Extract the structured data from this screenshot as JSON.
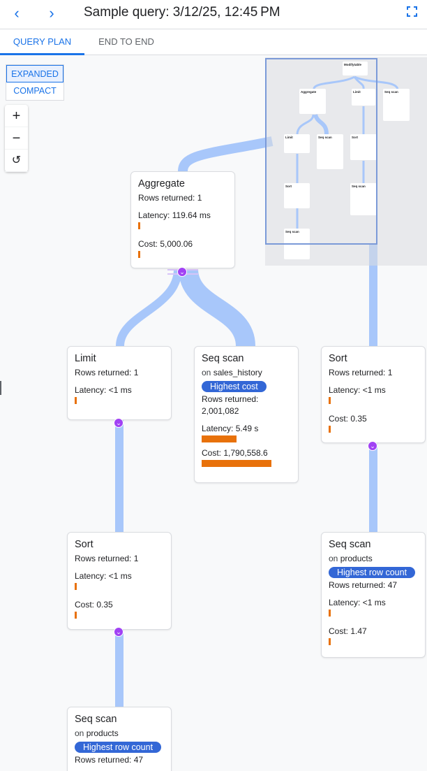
{
  "header": {
    "title": "Sample query: 3/12/25, 12:45 PM",
    "back_icon": "chevron-left",
    "forward_icon": "chevron-right",
    "fullscreen_icon": "fullscreen"
  },
  "tabs": [
    {
      "label": "QUERY PLAN",
      "active": true
    },
    {
      "label": "END TO END",
      "active": false
    }
  ],
  "view_mode": {
    "options": [
      "EXPANDED",
      "COMPACT"
    ],
    "selected": "EXPANDED"
  },
  "zoom_controls": {
    "zoom_in": "+",
    "zoom_out": "−",
    "reset": "↺"
  },
  "colors": {
    "accent": "#1a73e8",
    "badge": "#3367d6",
    "bar": "#e8710a",
    "edge": "#a8c7fa",
    "expand": "#a142f4"
  },
  "nodes": [
    {
      "title": "Aggregate",
      "rows": "Rows returned: 1",
      "latency": "Latency: 119.64 ms",
      "latency_fraction": 0.01,
      "cost": "Cost: 5,000.06",
      "cost_fraction": 0.01
    },
    {
      "title": "Limit",
      "rows": "Rows returned: 1",
      "latency": "Latency: <1 ms",
      "latency_fraction": 0.01
    },
    {
      "title": "Seq scan",
      "on_prefix": "on",
      "table": "sales_history",
      "badge": "Highest cost",
      "rows_label": "Rows returned:",
      "rows_value": "2,001,082",
      "latency": "Latency: 5.49 s",
      "latency_fraction": 0.5,
      "cost": "Cost: 1,790,558.6",
      "cost_fraction": 1.0
    },
    {
      "title": "Sort",
      "rows": "Rows returned: 1",
      "latency": "Latency: <1 ms",
      "latency_fraction": 0.01,
      "cost": "Cost: 0.35",
      "cost_fraction": 0.01
    },
    {
      "title": "Sort",
      "rows": "Rows returned: 1",
      "latency": "Latency: <1 ms",
      "latency_fraction": 0.01,
      "cost": "Cost: 0.35",
      "cost_fraction": 0.01
    },
    {
      "title": "Seq scan",
      "on_prefix": "on",
      "table": "products",
      "badge": "Highest row count",
      "rows": "Rows returned: 47",
      "latency": "Latency: <1 ms",
      "latency_fraction": 0.01,
      "cost": "Cost: 1.47",
      "cost_fraction": 0.01
    },
    {
      "title": "Seq scan",
      "on_prefix": "on",
      "table": "products",
      "badge": "Highest row count",
      "rows": "Rows returned: 47"
    }
  ],
  "minimap": {
    "nodes": [
      "Modifytable",
      "Aggregate",
      "Limit",
      "Seq scan",
      "Limit",
      "Seq scan",
      "Sort",
      "Sort",
      "Seq scan",
      "Seq scan"
    ]
  }
}
